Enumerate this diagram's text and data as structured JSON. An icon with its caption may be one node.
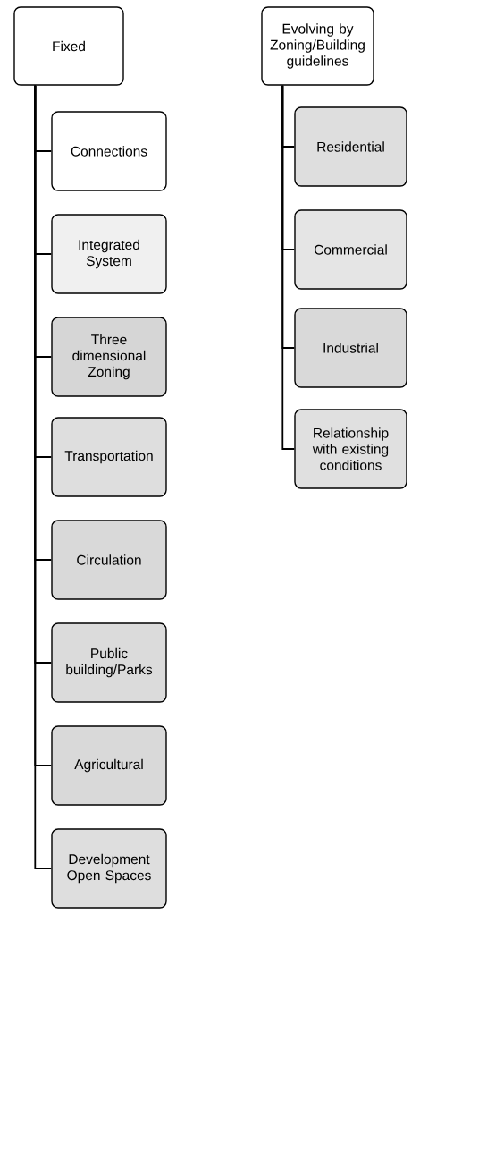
{
  "diagram": {
    "nodes": [
      {
        "text": [
          "Fixed"
        ]
      },
      {
        "text": [
          "Connections"
        ]
      },
      {
        "text": [
          "Integrated System"
        ]
      },
      {
        "text": [
          "Three dimensional Zoning"
        ]
      },
      {
        "text": [
          "Transportation"
        ]
      },
      {
        "text": [
          "Circulation"
        ]
      },
      {
        "text": [
          "Public building/Parks"
        ]
      },
      {
        "text": [
          "Agricultural"
        ]
      },
      {
        "text": [
          "Development Open Spaces"
        ]
      },
      {
        "text": [
          "Evolving by Zoning/Building guidelines"
        ]
      },
      {
        "text": [
          "Residential"
        ]
      },
      {
        "text": [
          "Commercial"
        ]
      },
      {
        "text": [
          "Industrial"
        ]
      },
      {
        "text": [
          "Relationship with existing conditions"
        ]
      }
    ],
    "edges": [
      {
        "from": 0,
        "to": 1,
        "arrow": "none"
      },
      {
        "from": 0,
        "to": 2,
        "arrow": "none"
      },
      {
        "from": 0,
        "to": 3,
        "arrow": "none"
      },
      {
        "from": 0,
        "to": 4,
        "arrow": "none"
      },
      {
        "from": 0,
        "to": 5,
        "arrow": "none"
      },
      {
        "from": 0,
        "to": 6,
        "arrow": "none"
      },
      {
        "from": 0,
        "to": 7,
        "arrow": "none"
      },
      {
        "from": 0,
        "to": 8,
        "arrow": "none"
      },
      {
        "from": 9,
        "to": 10,
        "arrow": "none"
      },
      {
        "from": 9,
        "to": 11,
        "arrow": "none"
      },
      {
        "from": 9,
        "to": 12,
        "arrow": "none"
      },
      {
        "from": 9,
        "to": 13,
        "arrow": "none"
      }
    ]
  }
}
